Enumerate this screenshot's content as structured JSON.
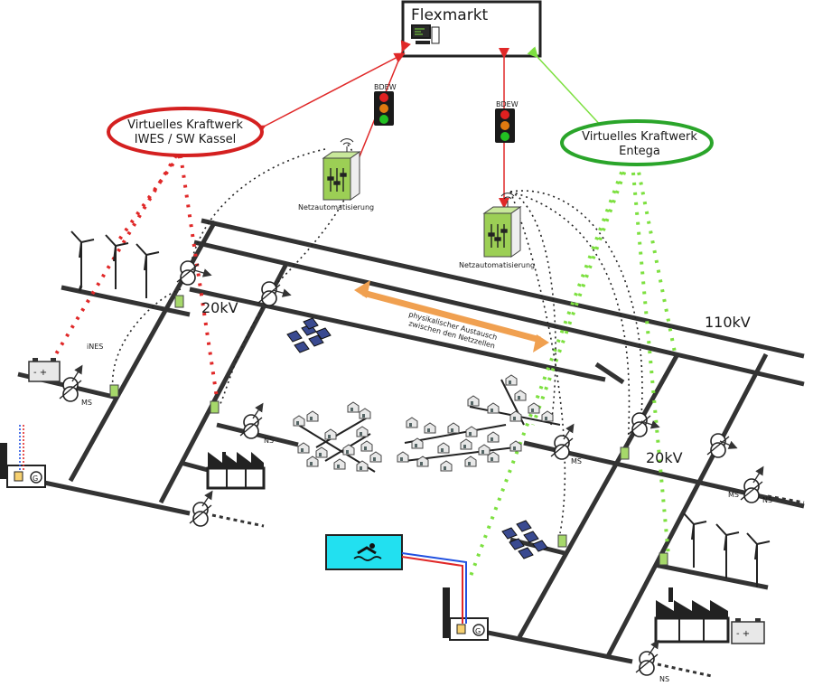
{
  "flexmarkt": {
    "title": "Flexmarkt"
  },
  "vk_left": {
    "line1": "Virtuelles Kraftwerk",
    "line2": "IWES / SW Kassel",
    "color": "#d42020"
  },
  "vk_right": {
    "line1": "Virtuelles Kraftwerk",
    "line2": "Entega",
    "color": "#2aa52a"
  },
  "traffic_light": {
    "label": "BDEW",
    "colors": [
      "#e02020",
      "#e07a10",
      "#22c022"
    ]
  },
  "netzautomatisierung": "Netzautomatisierung",
  "exchange": {
    "line1": "physikalischer Austausch",
    "line2": "zwischen den Netzzellen",
    "color": "#f0a050"
  },
  "voltages": {
    "kv110": "110kV",
    "kv20_left": "20kV",
    "kv20_right": "20kV"
  },
  "labels": {
    "ines": "iNES",
    "ms": "MS",
    "ns": "NS"
  },
  "colors": {
    "line": "#333333",
    "red_link": "#e02828",
    "green_link": "#7de040",
    "pool": "#22e0f0"
  }
}
